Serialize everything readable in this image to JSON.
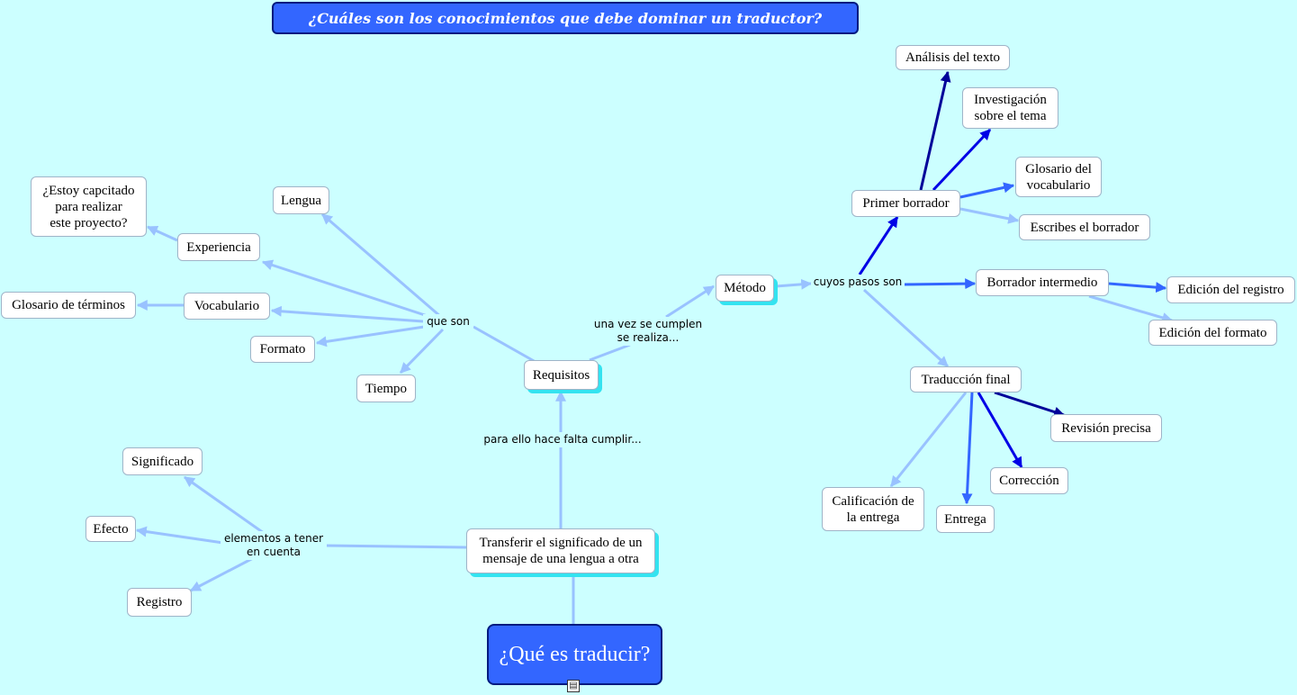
{
  "title": "¿Cuáles son los conocimientos que debe dominar un traductor?",
  "root": "¿Qué es traducir?",
  "concepts": {
    "transferir": "Transferir el significado de un\nmensaje de una lengua a otra",
    "requisitos": "Requisitos",
    "metodo": "Método",
    "lengua": "Lengua",
    "experiencia": "Experiencia",
    "estoy": "¿Estoy capcitado\npara realizar\neste proyecto?",
    "vocabulario": "Vocabulario",
    "glosario_terminos": "Glosario de términos",
    "formato": "Formato",
    "tiempo": "Tiempo",
    "significado": "Significado",
    "efecto": "Efecto",
    "registro": "Registro",
    "primer_borrador": "Primer borrador",
    "analisis": "Análisis del texto",
    "investigacion": "Investigación\nsobre el tema",
    "glosario_vocab": "Glosario del\nvocabulario",
    "escribes": "Escribes el borrador",
    "borrador_intermedio": "Borrador intermedio",
    "edicion_registro": "Edición del registro",
    "edicion_formato": "Edición del formato",
    "traduccion_final": "Traducción final",
    "revision": "Revisión precisa",
    "correccion": "Corrección",
    "entrega": "Entrega",
    "calificacion": "Calificación de\nla entrega"
  },
  "phrases": {
    "que_son": "que son",
    "una_vez": "una vez se cumplen\nse realiza...",
    "para_ello": "para ello hace falta cumplir...",
    "elementos": "elementos a tener\nen cuenta",
    "cuyos_pasos": "cuyos pasos son"
  },
  "colors": {
    "background": "#ccffff",
    "title_fill": "#3366ff",
    "link_light": "#99c2ff",
    "link_medium": "#3366ff",
    "link_strong": "#0000e6",
    "link_dark": "#000099",
    "shadow": "#33e3f0"
  },
  "icons": {
    "note": "note-icon"
  }
}
